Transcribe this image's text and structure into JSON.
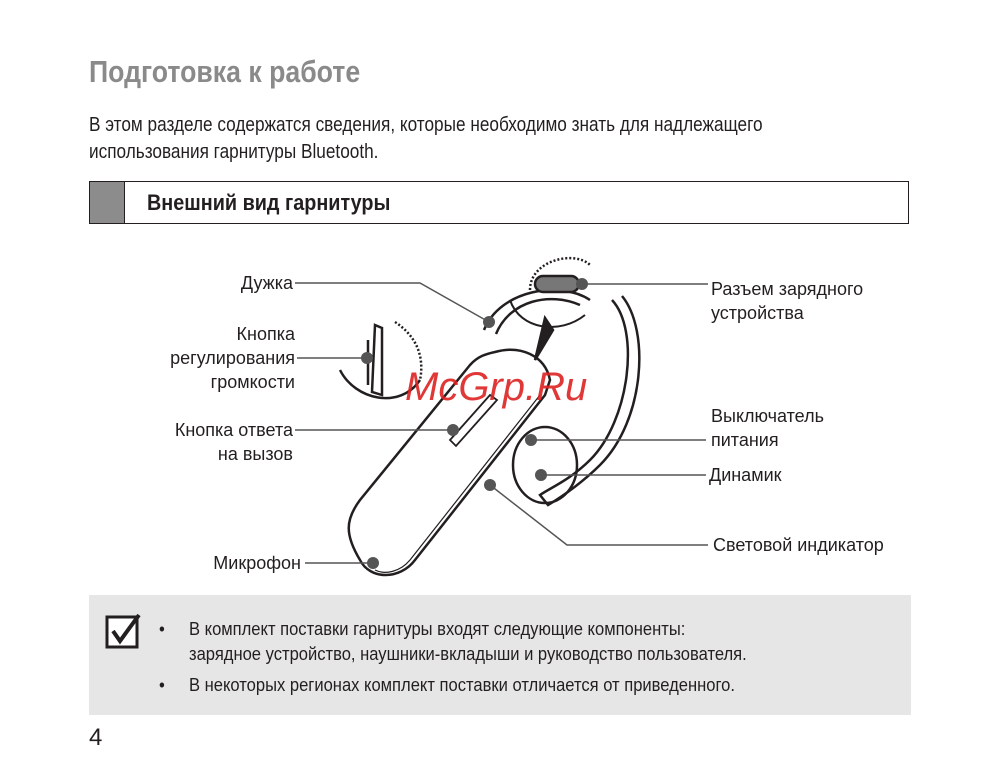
{
  "title": "Подготовка к работе",
  "intro": [
    "В этом разделе содержатся сведения, которые необходимо знать для надлежащего",
    "использования гарнитуры Bluetooth."
  ],
  "section_title": "Внешний вид гарнитуры",
  "labels": {
    "hook": "Дужка",
    "volume": [
      "Кнопка",
      "регулирования",
      "громкости"
    ],
    "answer": [
      "Кнопка ответа",
      "на вызов"
    ],
    "mic": "Микрофон",
    "charger": [
      "Разъем зарядного",
      "устройства"
    ],
    "power": [
      "Выключатель",
      "питания"
    ],
    "speaker": "Динамик",
    "led": "Световой индикатор"
  },
  "note": {
    "bullet": "•",
    "items": [
      [
        "В комплект поставки гарнитуры входят следующие компоненты:",
        "зарядное устройство, наушники-вкладыши и руководство пользователя."
      ],
      [
        "В некоторых регионах комплект поставки отличается от приведенного."
      ]
    ]
  },
  "page_number": "4",
  "watermark": "McGrp.Ru"
}
